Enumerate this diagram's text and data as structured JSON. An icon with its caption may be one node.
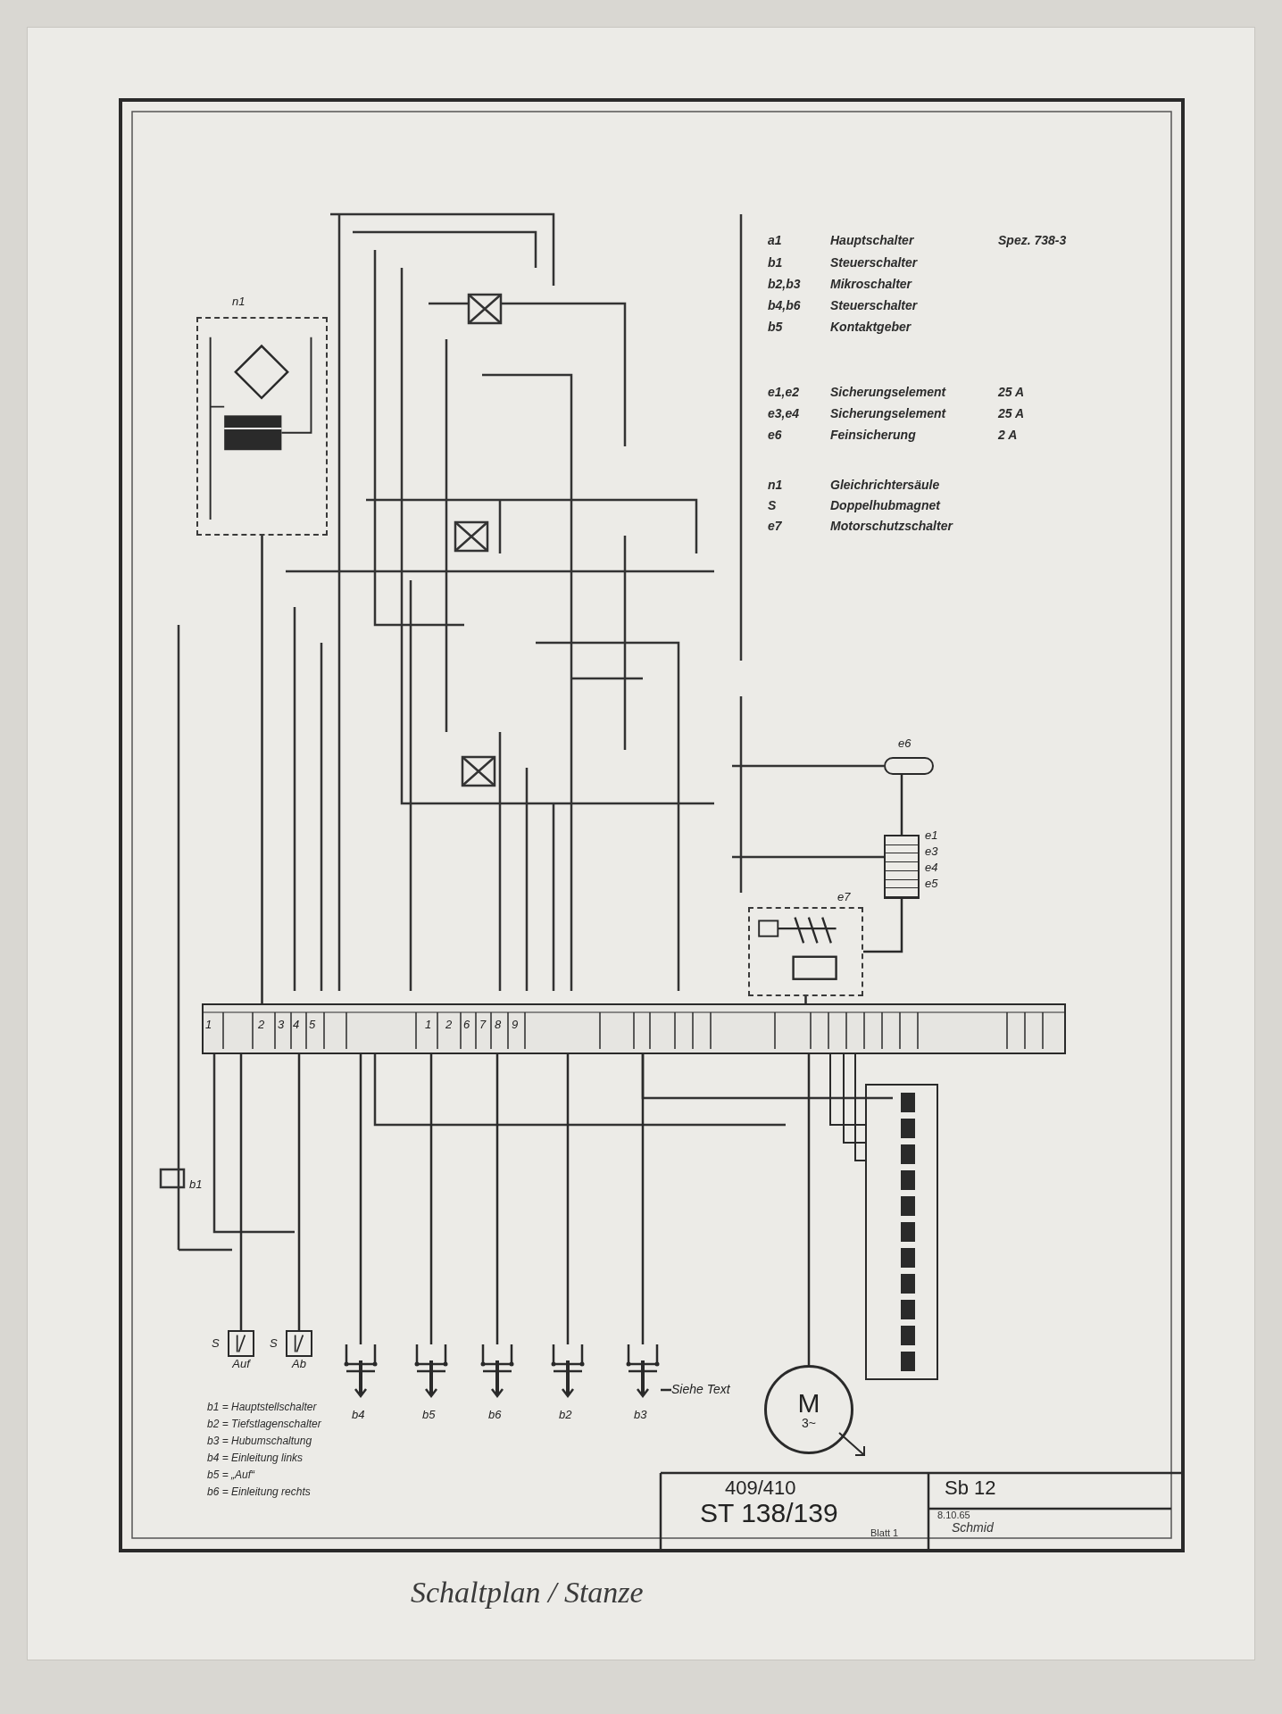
{
  "diagram": {
    "caption": "Schaltplan / Stanze",
    "nodes": [
      {
        "text": [
          "Auf"
        ],
        "beside": [
          "S"
        ]
      },
      {
        "text": [
          "Ab"
        ],
        "beside": [
          "S"
        ]
      },
      {
        "text": [],
        "shape": "switch",
        "beside": [
          "b4"
        ]
      },
      {
        "text": [],
        "shape": "switch",
        "beside": [
          "b5"
        ]
      },
      {
        "text": [],
        "shape": "switch",
        "beside": [
          "b6"
        ]
      },
      {
        "text": [],
        "shape": "switch",
        "beside": [
          "b2"
        ]
      },
      {
        "text": [],
        "shape": "switch",
        "beside": [
          "b3"
        ]
      },
      {
        "text": [
          "Siehe Text"
        ]
      },
      {
        "text": [
          "M",
          "3~"
        ]
      },
      {
        "text": [],
        "shape": "fuse",
        "beside": [
          "e6"
        ]
      },
      {
        "text": [],
        "shape": "fuse",
        "beside": [
          "e1",
          "e3",
          "e4",
          "e5"
        ]
      },
      {
        "text": [],
        "shape": "box",
        "beside": [
          "e7"
        ]
      },
      {
        "text": [],
        "shape": "box",
        "beside": [
          "n1"
        ]
      },
      {
        "text": [],
        "shape": "bar"
      }
    ],
    "edges": [
      {
        "from": 13,
        "to": 2,
        "arrow": "none"
      },
      {
        "from": 13,
        "to": 3,
        "arrow": "none"
      },
      {
        "from": 13,
        "to": 4,
        "arrow": "none"
      },
      {
        "from": 13,
        "to": 5,
        "arrow": "none"
      },
      {
        "from": 13,
        "to": 6,
        "arrow": "none"
      },
      {
        "from": 13,
        "to": 0,
        "arrow": "none"
      },
      {
        "from": 13,
        "to": 1,
        "arrow": "none"
      },
      {
        "from": 6,
        "to": 7,
        "arrow": "none"
      },
      {
        "from": 11,
        "to": 13,
        "arrow": "none"
      },
      {
        "from": 13,
        "to": 8,
        "arrow": "none"
      },
      {
        "from": 9,
        "to": 10,
        "arrow": "none"
      },
      {
        "from": 10,
        "to": 11,
        "arrow": "none"
      },
      {
        "from": 12,
        "to": 13,
        "arrow": "none"
      }
    ],
    "labels": [
      "a1",
      "Hauptschalter",
      "Spez. 738-3",
      "b1",
      "Steuerschalter",
      "b2,b3",
      "Mikroschalter",
      "b4,b6",
      "Steuerschalter",
      "b5",
      "Kontaktgeber",
      "e1,e2",
      "Sicherungselement",
      "25 A",
      "e3,e4",
      "Sicherungselement",
      "25 A",
      "e6",
      "Feinsicherung",
      "2 A",
      "n1",
      "Gleichrichtersäule",
      "S",
      "Doppelhubmagnet",
      "e7",
      "Motorschutzschalter",
      "1",
      "2",
      "3",
      "4",
      "5",
      "1",
      "2",
      "6",
      "7",
      "8",
      "9",
      "b1",
      "b1 = Hauptstellschalter",
      "b2 = Tiefstlagenschalter",
      "b3 = Hubumschaltung",
      "b4 = Einleitung links",
      "b5 = „Auf“",
      "b6 = Einleitung rechts",
      "409/410",
      "ST 138/139",
      "Blatt 1",
      "Sb 12",
      "8.10.65",
      "Schmid"
    ]
  }
}
